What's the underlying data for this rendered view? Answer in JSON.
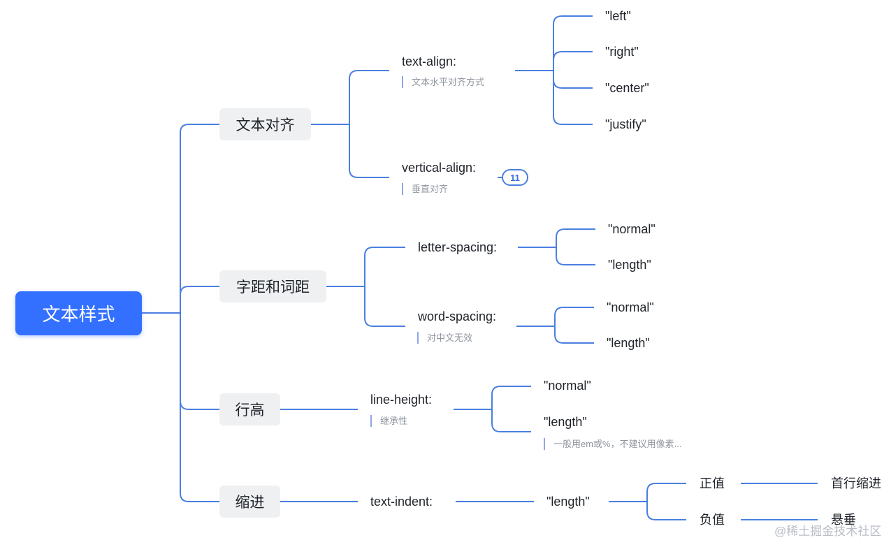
{
  "root": {
    "label": "文本样式"
  },
  "branches": {
    "align": {
      "label": "文本对齐",
      "text_align": {
        "label": "text-align:",
        "note": "文本水平对齐方式",
        "values": [
          "\"left\"",
          "\"right\"",
          "\"center\"",
          "\"justify\""
        ]
      },
      "vertical_align": {
        "label": "vertical-align:",
        "note": "垂直对齐",
        "collapsed_count": "11"
      }
    },
    "spacing": {
      "label": "字距和词距",
      "letter_spacing": {
        "label": "letter-spacing:",
        "values": [
          "\"normal\"",
          "\"length\""
        ]
      },
      "word_spacing": {
        "label": "word-spacing:",
        "note": "对中文无效",
        "values": [
          "\"normal\"",
          "\"length\""
        ]
      }
    },
    "line_height": {
      "label": "行高",
      "prop": {
        "label": "line-height:",
        "note": "继承性",
        "values": [
          "\"normal\"",
          "\"length\""
        ],
        "length_note": "一般用em或%，不建议用像素..."
      }
    },
    "indent": {
      "label": "缩进",
      "prop": {
        "label": "text-indent:",
        "value": "\"length\""
      },
      "positive": {
        "label": "正值",
        "result": "首行缩进"
      },
      "negative": {
        "label": "负值",
        "result": "悬垂"
      }
    }
  },
  "watermark": "@稀土掘金技术社区",
  "colors": {
    "root_bg": "#3370ff",
    "line": "#4a7fe0",
    "branch_bg": "#eef0f2"
  }
}
